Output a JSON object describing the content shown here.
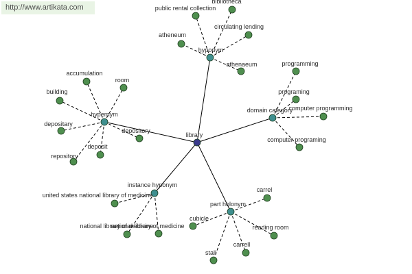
{
  "watermark": "http://www.artikata.com",
  "colors": {
    "center": "#3a3a8c",
    "category": "#3f8f8f",
    "leaf": "#4f8f4f",
    "solid_edge": "#000000",
    "dashed_edge": "#000000"
  },
  "center": {
    "label": "library"
  },
  "categories": [
    {
      "label": "hyponym",
      "leaves": [
        "bibliotheca",
        "public rental collection",
        "circulating lending",
        "atheneum",
        "athenaeum"
      ]
    },
    {
      "label": "hypernym",
      "leaves": [
        "accumulation",
        "room",
        "building",
        "depositary",
        "depository",
        "repository",
        "deposit"
      ]
    },
    {
      "label": "domain category",
      "leaves": [
        "programming",
        "programing",
        "computer programming",
        "computer programing"
      ]
    },
    {
      "label": "instance hyponym",
      "leaves": [
        "united states national library of medicine",
        "national library of medicine",
        "national library of medicine"
      ]
    },
    {
      "label": "part holonym",
      "leaves": [
        "carrel",
        "cubicle",
        "reading room",
        "stall",
        "carrell"
      ]
    }
  ]
}
